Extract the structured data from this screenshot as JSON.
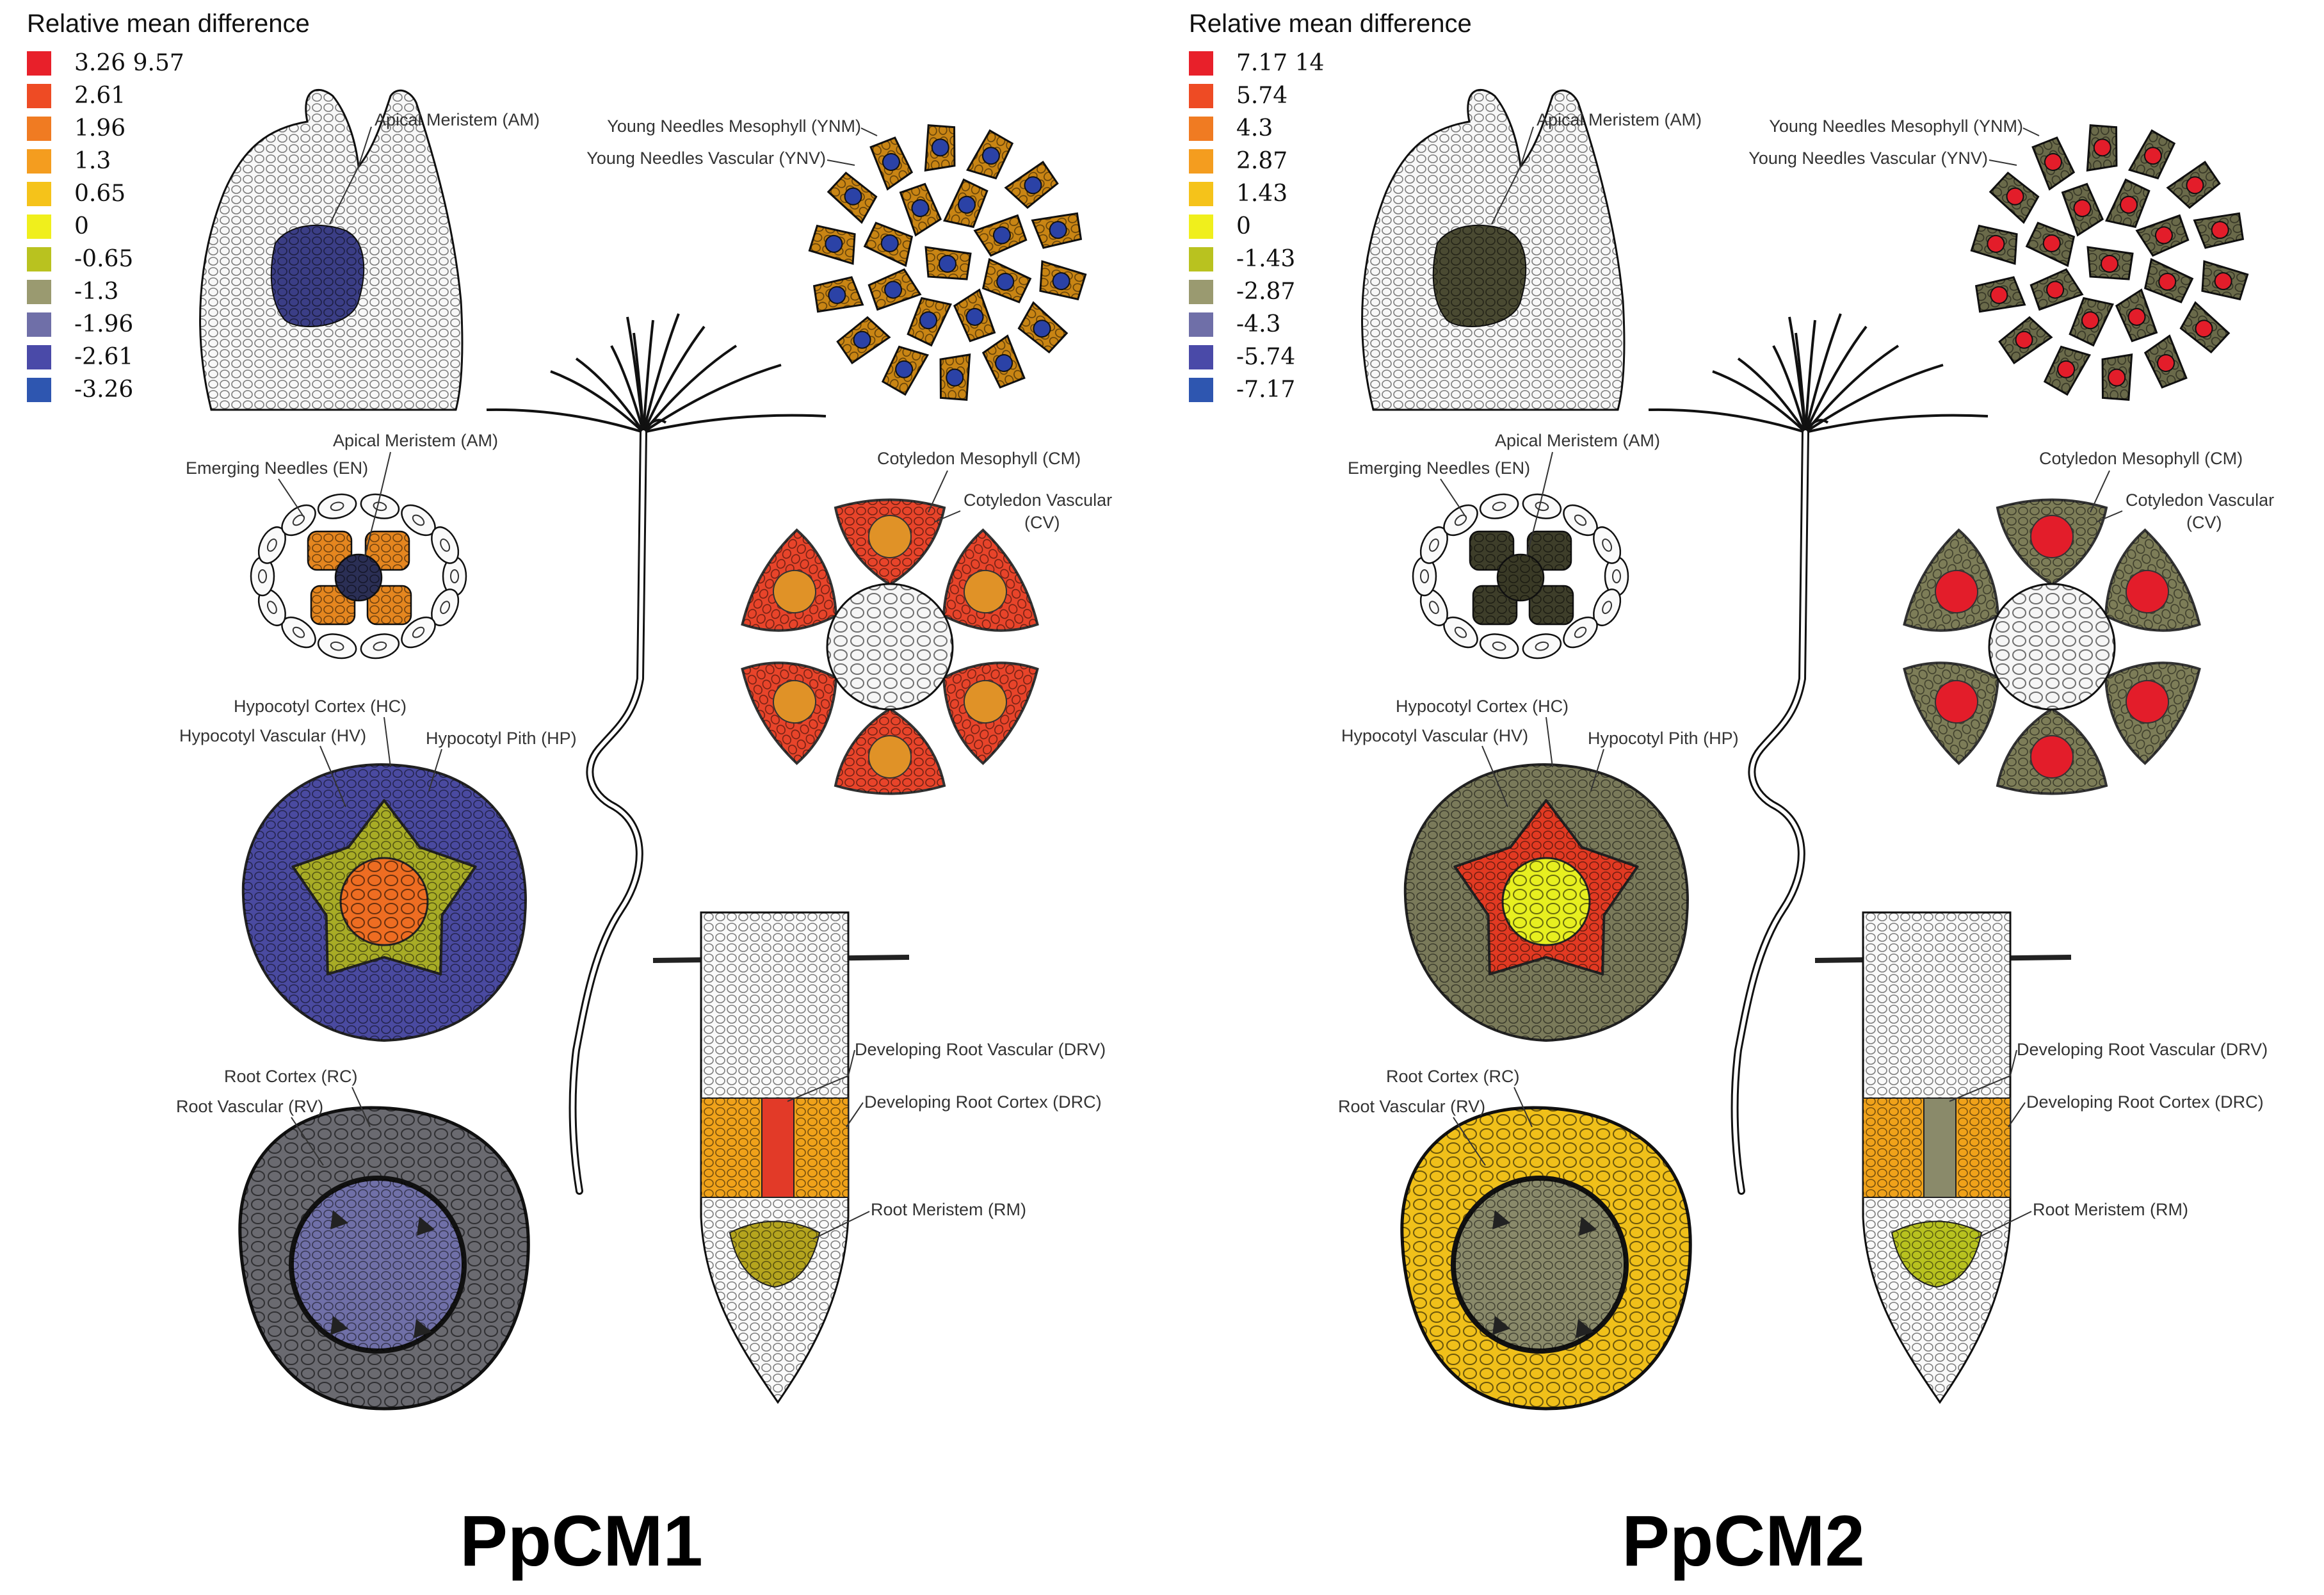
{
  "legend_title": "Relative mean difference",
  "panels": [
    {
      "name": "PpCM1",
      "legend": [
        {
          "label": "3.26 9.57",
          "color": "#e8202a"
        },
        {
          "label": "2.61",
          "color": "#ee4b24"
        },
        {
          "label": "1.96",
          "color": "#f07b22"
        },
        {
          "label": "1.3",
          "color": "#f49d1f"
        },
        {
          "label": "0.65",
          "color": "#f5c31a"
        },
        {
          "label": "0",
          "color": "#f0ef1c"
        },
        {
          "label": "-0.65",
          "color": "#b9c21f"
        },
        {
          "label": "-1.3",
          "color": "#9a9a70"
        },
        {
          "label": "-1.96",
          "color": "#6f6fa8"
        },
        {
          "label": "-2.61",
          "color": "#4a4aa8"
        },
        {
          "label": "-3.26",
          "color": "#2e56b0"
        }
      ],
      "tissues": {
        "AM_top": "#3b3e86",
        "AM_section": "#2b2f55",
        "EN_ring": "#e5861f",
        "YNM": "#c98514",
        "YNV": "#2b42a6",
        "CM": "#e8442a",
        "CV": "#e09227",
        "HC": "#4a4aa0",
        "HV": "#a8ac26",
        "HP": "#ee6d22",
        "RC": "#6a6a70",
        "RV": "#7070a8",
        "DRC": "#f0a21a",
        "DRV": "#e23a28",
        "RM": "#b5a51e"
      }
    },
    {
      "name": "PpCM2",
      "legend": [
        {
          "label": "7.17 14",
          "color": "#e8202a"
        },
        {
          "label": "5.74",
          "color": "#ee4b24"
        },
        {
          "label": "4.3",
          "color": "#f07b22"
        },
        {
          "label": "2.87",
          "color": "#f49d1f"
        },
        {
          "label": "1.43",
          "color": "#f5c31a"
        },
        {
          "label": "0",
          "color": "#f0ef1c"
        },
        {
          "label": "-1.43",
          "color": "#b9c21f"
        },
        {
          "label": "-2.87",
          "color": "#9a9a70"
        },
        {
          "label": "-4.3",
          "color": "#6f6fa8"
        },
        {
          "label": "-5.74",
          "color": "#4a4aa8"
        },
        {
          "label": "-7.17",
          "color": "#2e56b0"
        }
      ],
      "tissues": {
        "AM_top": "#4a4a32",
        "AM_section": "#3a3a26",
        "EN_ring": "#3e3e2a",
        "YNM": "#6a6a4a",
        "YNV": "#e31d2a",
        "CM": "#7d7d58",
        "CV": "#e31d2a",
        "HC": "#7a7a5a",
        "HV": "#e23a22",
        "HP": "#e7ef20",
        "RC": "#f0c01a",
        "RV": "#8a8a6a",
        "DRC": "#f0a21a",
        "DRV": "#8a8a6a",
        "RM": "#b8c21f"
      }
    }
  ],
  "labels": {
    "am": "Apical Meristem (AM)",
    "ynm": "Young Needles Mesophyll (YNM)",
    "ynv": "Young Needles Vascular (YNV)",
    "am2": "Apical Meristem (AM)",
    "en": "Emerging Needles (EN)",
    "cm": "Cotyledon Mesophyll (CM)",
    "cv1": "Cotyledon Vascular",
    "cv2": "(CV)",
    "hc": "Hypocotyl Cortex (HC)",
    "hv": "Hypocotyl Vascular (HV)",
    "hp": "Hypocotyl Pith (HP)",
    "drv": "Developing Root Vascular (DRV)",
    "drc": "Developing Root Cortex (DRC)",
    "rc": "Root Cortex (RC)",
    "rv": "Root Vascular (RV)",
    "rm": "Root Meristem (RM)"
  }
}
